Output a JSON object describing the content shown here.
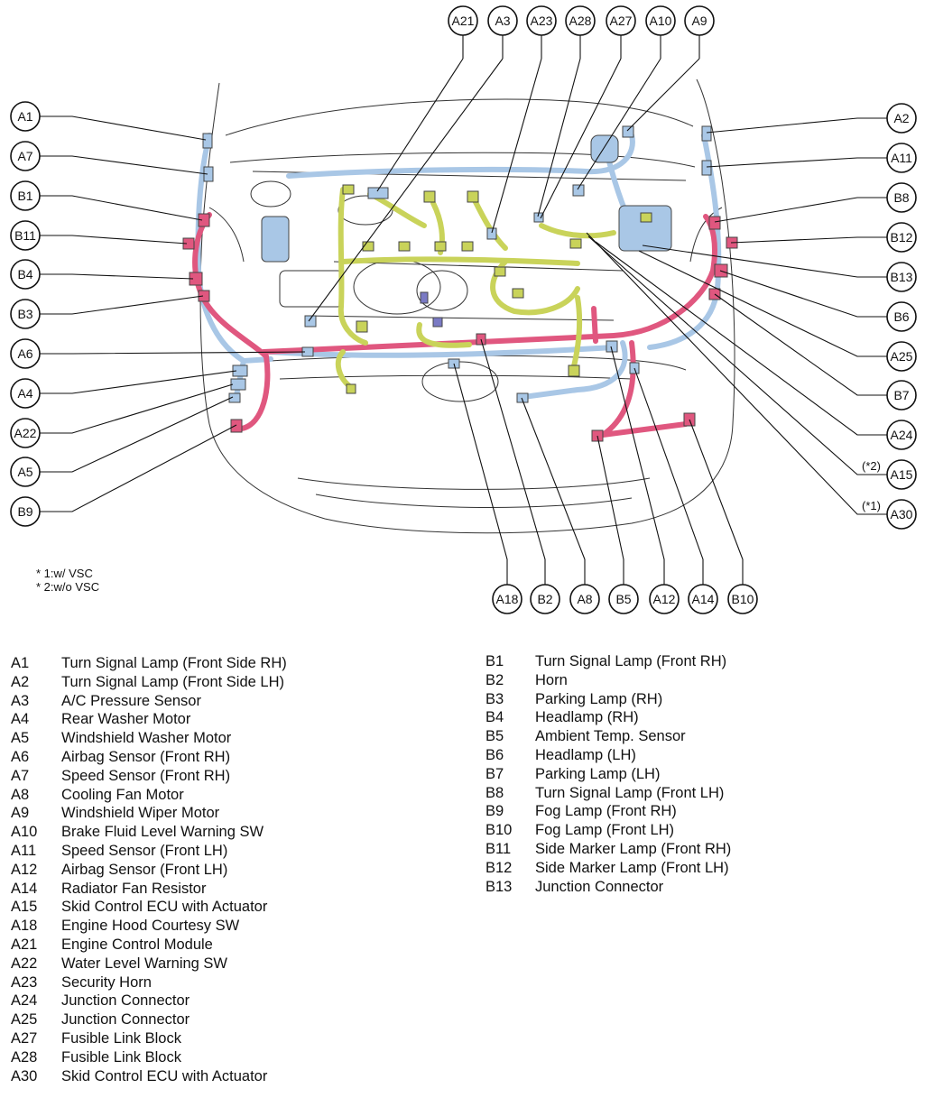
{
  "diagram": {
    "callouts": {
      "A21": "A21",
      "A3": "A3",
      "A23": "A23",
      "A28": "A28",
      "A27": "A27",
      "A10": "A10",
      "A9": "A9",
      "A1": "A1",
      "A7": "A7",
      "B1": "B1",
      "B11": "B11",
      "B4": "B4",
      "B3": "B3",
      "A6": "A6",
      "A4": "A4",
      "A22": "A22",
      "A5": "A5",
      "B9": "B9",
      "A2": "A2",
      "A11": "A11",
      "B8": "B8",
      "B12": "B12",
      "B13": "B13",
      "B6": "B6",
      "A25": "A25",
      "B7": "B7",
      "A24": "A24",
      "A15": "A15",
      "A30": "A30",
      "A18": "A18",
      "B2": "B2",
      "A8": "A8",
      "B5": "B5",
      "A12": "A12",
      "A14": "A14",
      "B10": "B10"
    },
    "markers": {
      "a15": "(*2)",
      "a30": "(*1)"
    },
    "notes": [
      "* 1:w/ VSC",
      "* 2:w/o VSC"
    ],
    "colors": {
      "blue_harness": "#a9c7e6",
      "pink_harness": "#e0577f",
      "yellow_harness": "#c9d35a",
      "purple_connector": "#7a7ac4"
    }
  },
  "legend": {
    "left": [
      {
        "code": "A1",
        "name": "Turn Signal Lamp (Front Side RH)"
      },
      {
        "code": "A2",
        "name": "Turn Signal Lamp (Front Side LH)"
      },
      {
        "code": "A3",
        "name": "A/C Pressure Sensor"
      },
      {
        "code": "A4",
        "name": "Rear Washer Motor"
      },
      {
        "code": "A5",
        "name": "Windshield Washer Motor"
      },
      {
        "code": "A6",
        "name": "Airbag Sensor (Front RH)"
      },
      {
        "code": "A7",
        "name": "Speed Sensor (Front RH)"
      },
      {
        "code": "A8",
        "name": "Cooling Fan Motor"
      },
      {
        "code": "A9",
        "name": "Windshield Wiper Motor"
      },
      {
        "code": "A10",
        "name": "Brake Fluid Level Warning SW"
      },
      {
        "code": "A11",
        "name": "Speed Sensor (Front LH)"
      },
      {
        "code": "A12",
        "name": "Airbag Sensor (Front LH)"
      },
      {
        "code": "A14",
        "name": "Radiator Fan Resistor"
      },
      {
        "code": "A15",
        "name": "Skid Control ECU with Actuator"
      },
      {
        "code": "A18",
        "name": "Engine Hood Courtesy SW"
      },
      {
        "code": "A21",
        "name": "Engine Control Module"
      },
      {
        "code": "A22",
        "name": "Water Level Warning SW"
      },
      {
        "code": "A23",
        "name": "Security Horn"
      },
      {
        "code": "A24",
        "name": "Junction Connector"
      },
      {
        "code": "A25",
        "name": "Junction Connector"
      },
      {
        "code": "A27",
        "name": "Fusible Link Block"
      },
      {
        "code": "A28",
        "name": "Fusible Link Block"
      },
      {
        "code": "A30",
        "name": "Skid Control ECU with Actuator"
      }
    ],
    "right": [
      {
        "code": "B1",
        "name": "Turn Signal Lamp (Front RH)"
      },
      {
        "code": "B2",
        "name": "Horn"
      },
      {
        "code": "B3",
        "name": "Parking Lamp (RH)"
      },
      {
        "code": "B4",
        "name": "Headlamp (RH)"
      },
      {
        "code": "B5",
        "name": "Ambient Temp. Sensor"
      },
      {
        "code": "B6",
        "name": "Headlamp (LH)"
      },
      {
        "code": "B7",
        "name": "Parking Lamp (LH)"
      },
      {
        "code": "B8",
        "name": "Turn Signal Lamp (Front LH)"
      },
      {
        "code": "B9",
        "name": "Fog Lamp (Front RH)"
      },
      {
        "code": "B10",
        "name": "Fog Lamp (Front LH)"
      },
      {
        "code": "B11",
        "name": "Side Marker Lamp (Front RH)"
      },
      {
        "code": "B12",
        "name": "Side Marker Lamp (Front LH)"
      },
      {
        "code": "B13",
        "name": "Junction Connector"
      }
    ]
  }
}
